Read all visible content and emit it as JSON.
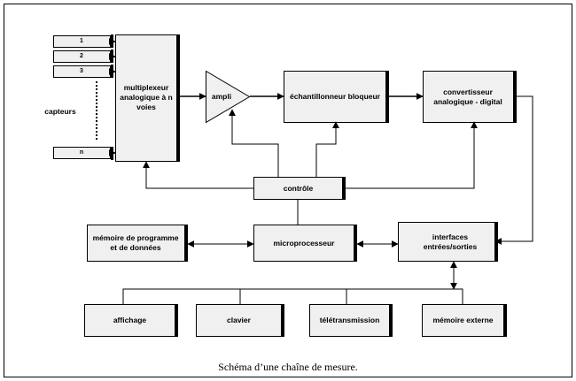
{
  "inputs": [
    "1",
    "2",
    "3",
    "n"
  ],
  "sensors_label": "capteurs",
  "blocks": {
    "multiplexer": "multiplexeur analogique à n voies",
    "amplifier": "ampli",
    "sample_hold": "échantillonneur bloqueur",
    "adc": "convertisseur analogique - digital",
    "control": "contrôle",
    "memory": "mémoire de programme et de données",
    "microprocessor": "microprocesseur",
    "interfaces": "interfaces entrées/sorties",
    "display": "affichage",
    "keyboard": "clavier",
    "teletransmission": "télétransmission",
    "external_memory": "mémoire externe"
  },
  "caption": "Schéma d’une chaîne de mesure."
}
